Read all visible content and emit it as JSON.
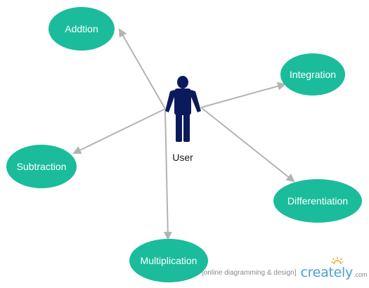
{
  "diagram": {
    "actor": {
      "label": "User"
    },
    "use_cases": [
      {
        "id": "addition",
        "label": "Addtion"
      },
      {
        "id": "integration",
        "label": "Integration"
      },
      {
        "id": "subtraction",
        "label": "Subtraction"
      },
      {
        "id": "differentiation",
        "label": "Differentiation"
      },
      {
        "id": "multiplication",
        "label": "Multiplication"
      }
    ],
    "relations": [
      {
        "from": "User",
        "to": "Addtion"
      },
      {
        "from": "User",
        "to": "Integration"
      },
      {
        "from": "User",
        "to": "Subtraction"
      },
      {
        "from": "User",
        "to": "Differentiation"
      },
      {
        "from": "User",
        "to": "Multiplication"
      }
    ]
  },
  "watermark": {
    "tagline": "[online diagramming & design]",
    "brand": "creately",
    "domain_suffix": ".com"
  },
  "colors": {
    "use_case_fill": "#1abc9c",
    "use_case_text": "#ffffff",
    "actor": "#0a1a5c",
    "connector": "#b3b3b3",
    "brand_blue": "#4a9fd6",
    "brand_sun": "#f5a623"
  }
}
